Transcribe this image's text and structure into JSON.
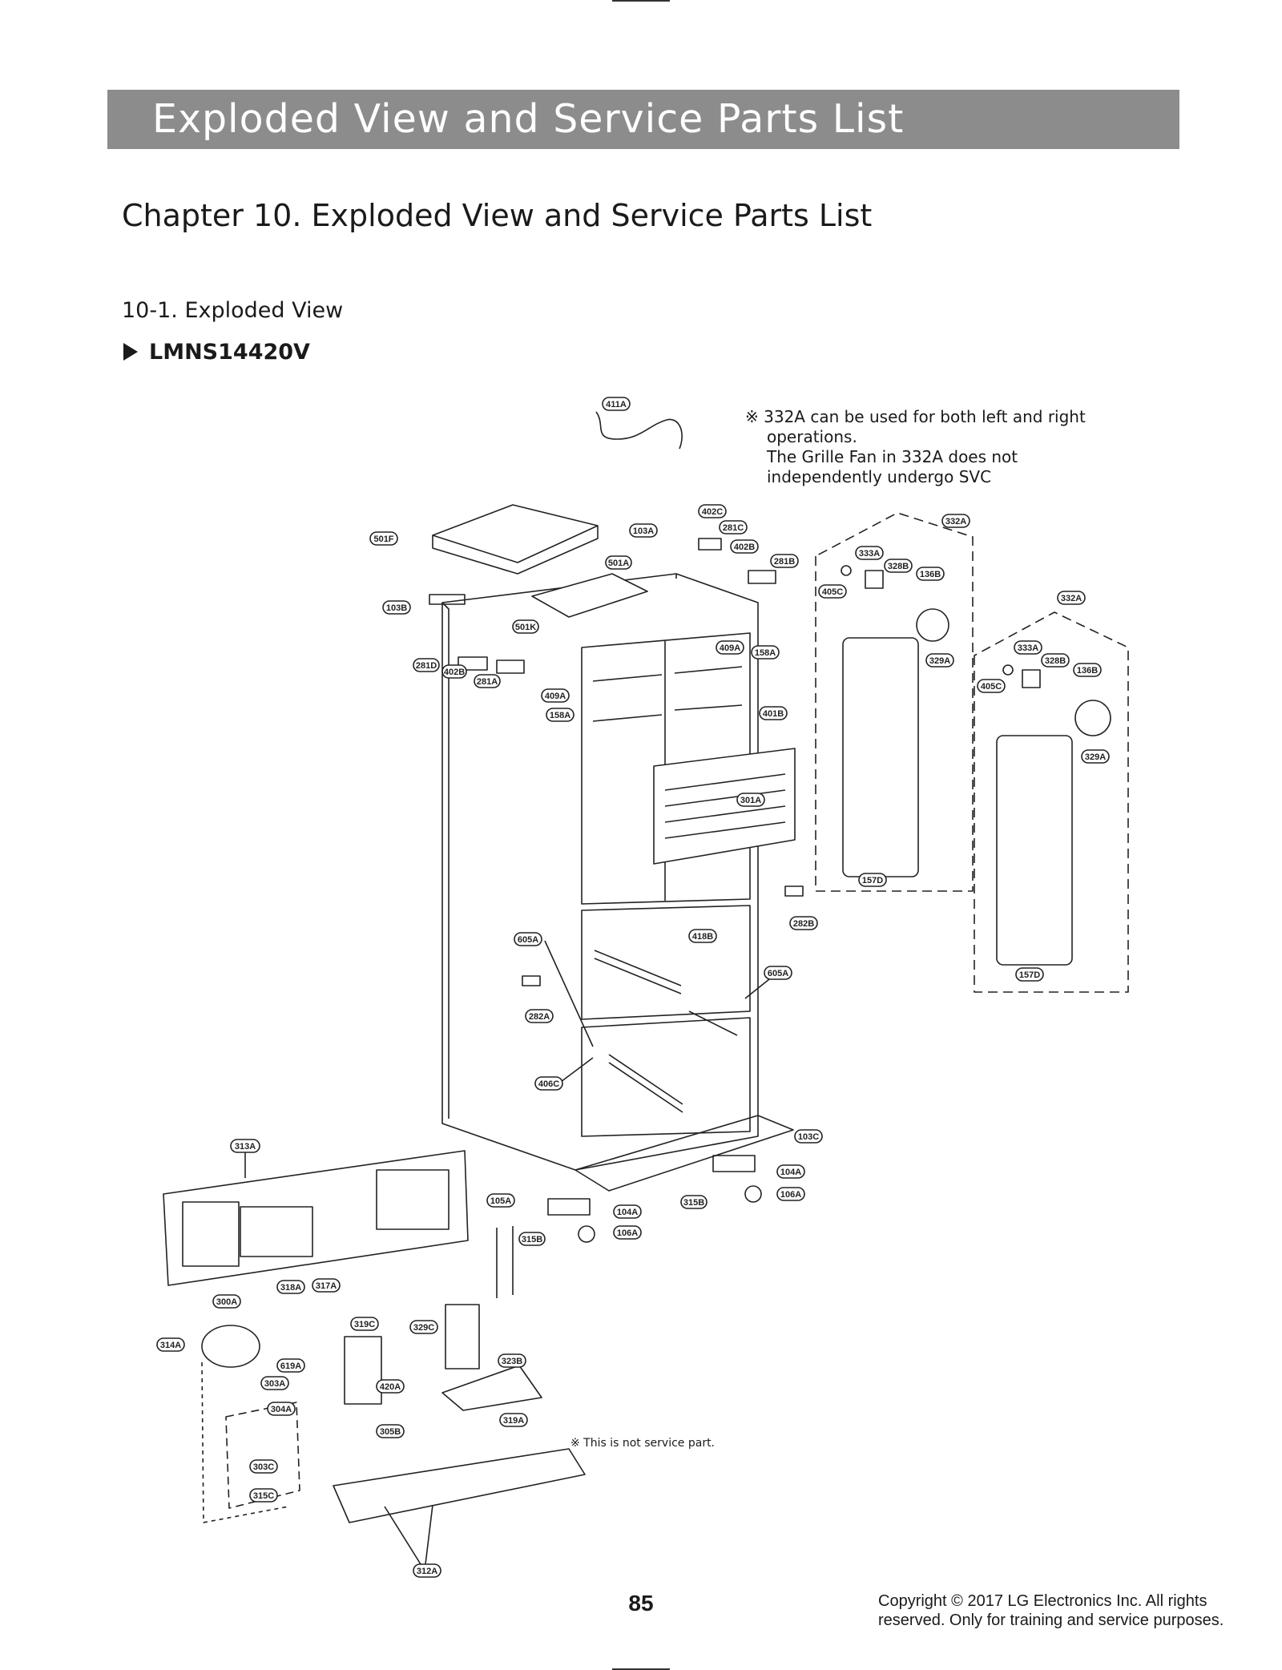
{
  "header": {
    "banner_title": "Exploded View and Service Parts List"
  },
  "chapter": {
    "title": "Chapter 10. Exploded View and Service Parts List"
  },
  "section": {
    "title": "10-1. Exploded View",
    "model": "LMNS14420V"
  },
  "note": {
    "line1": "※ 332A can be used for both left and right",
    "line2": "operations.",
    "line3": "The Grille Fan in 332A does not",
    "line4": "independently undergo SVC"
  },
  "service_note": "※ This is not service part.",
  "callouts": [
    "411A",
    "402C",
    "281C",
    "402B",
    "103A",
    "501F",
    "501A",
    "281B",
    "103B",
    "501K",
    "281D",
    "402B",
    "281A",
    "409A",
    "158A",
    "409A",
    "158A",
    "401B",
    "301A",
    "418B",
    "282B",
    "605A",
    "605A",
    "282A",
    "406C",
    "103C",
    "104A",
    "106A",
    "315B",
    "104A",
    "106A",
    "105A",
    "315B",
    "313A",
    "318A",
    "317A",
    "300A",
    "314A",
    "319C",
    "329C",
    "619A",
    "303A",
    "304A",
    "420A",
    "323B",
    "319A",
    "305B",
    "303C",
    "315C",
    "312A",
    "332A",
    "333A",
    "328B",
    "136B",
    "405C",
    "329A",
    "157D",
    "332A",
    "333A",
    "328B",
    "136B",
    "405C",
    "329A",
    "157D"
  ],
  "footer": {
    "page_number": "85",
    "copyright_line1": "Copyright © 2017 LG Electronics Inc. All rights",
    "copyright_line2": "reserved. Only for training and service purposes."
  }
}
